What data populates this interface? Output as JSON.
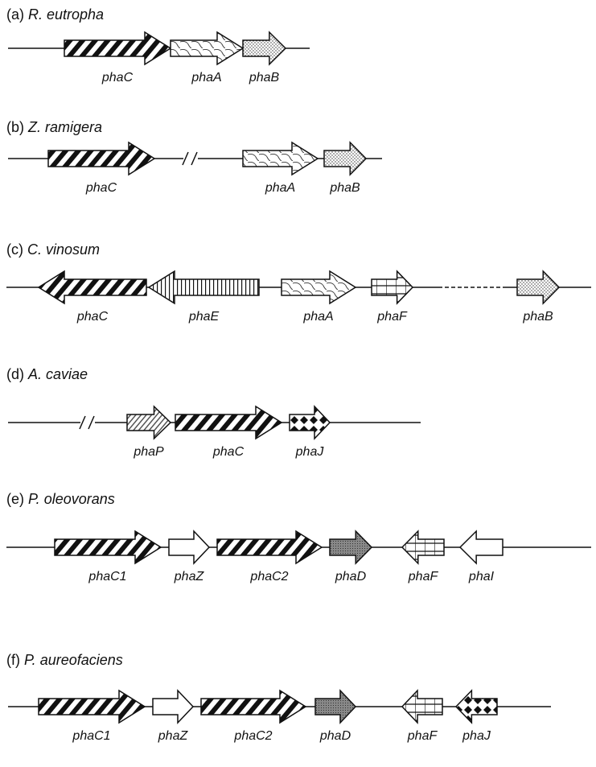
{
  "panels": [
    {
      "letter": "(a)",
      "organism": "R. eutropha",
      "genes": [
        {
          "name": "phaC",
          "dir": "right",
          "pattern": "diag"
        },
        {
          "name": "phaA",
          "dir": "right",
          "pattern": "wave"
        },
        {
          "name": "phaB",
          "dir": "right",
          "pattern": "dots"
        }
      ]
    },
    {
      "letter": "(b)",
      "organism": "Z. ramigera",
      "genes": [
        {
          "name": "phaC",
          "dir": "right",
          "pattern": "diag"
        },
        {
          "name": "phaA",
          "dir": "right",
          "pattern": "wave"
        },
        {
          "name": "phaB",
          "dir": "right",
          "pattern": "dots"
        }
      ]
    },
    {
      "letter": "(c)",
      "organism": "C. vinosum",
      "genes": [
        {
          "name": "phaC",
          "dir": "left",
          "pattern": "diag"
        },
        {
          "name": "phaE",
          "dir": "left",
          "pattern": "vert"
        },
        {
          "name": "phaA",
          "dir": "right",
          "pattern": "wave"
        },
        {
          "name": "phaF",
          "dir": "right",
          "pattern": "grid"
        },
        {
          "name": "phaB",
          "dir": "right",
          "pattern": "dots"
        }
      ]
    },
    {
      "letter": "(d)",
      "organism": "A. caviae",
      "genes": [
        {
          "name": "phaP",
          "dir": "right",
          "pattern": "finediag"
        },
        {
          "name": "phaC",
          "dir": "right",
          "pattern": "diag"
        },
        {
          "name": "phaJ",
          "dir": "right",
          "pattern": "diamond"
        }
      ]
    },
    {
      "letter": "(e)",
      "organism": "P. oleovorans",
      "genes": [
        {
          "name": "phaC1",
          "dir": "right",
          "pattern": "diag"
        },
        {
          "name": "phaZ",
          "dir": "right",
          "pattern": "white"
        },
        {
          "name": "phaC2",
          "dir": "right",
          "pattern": "diag"
        },
        {
          "name": "phaD",
          "dir": "right",
          "pattern": "gray"
        },
        {
          "name": "phaF",
          "dir": "left",
          "pattern": "grid"
        },
        {
          "name": "phaI",
          "dir": "left",
          "pattern": "white"
        }
      ]
    },
    {
      "letter": "(f)",
      "organism": "P. aureofaciens",
      "genes": [
        {
          "name": "phaC1",
          "dir": "right",
          "pattern": "diag"
        },
        {
          "name": "phaZ",
          "dir": "right",
          "pattern": "white"
        },
        {
          "name": "phaC2",
          "dir": "right",
          "pattern": "diag"
        },
        {
          "name": "phaD",
          "dir": "right",
          "pattern": "gray"
        },
        {
          "name": "phaF",
          "dir": "left",
          "pattern": "grid"
        },
        {
          "name": "phaJ",
          "dir": "left",
          "pattern": "diamond"
        }
      ]
    }
  ]
}
